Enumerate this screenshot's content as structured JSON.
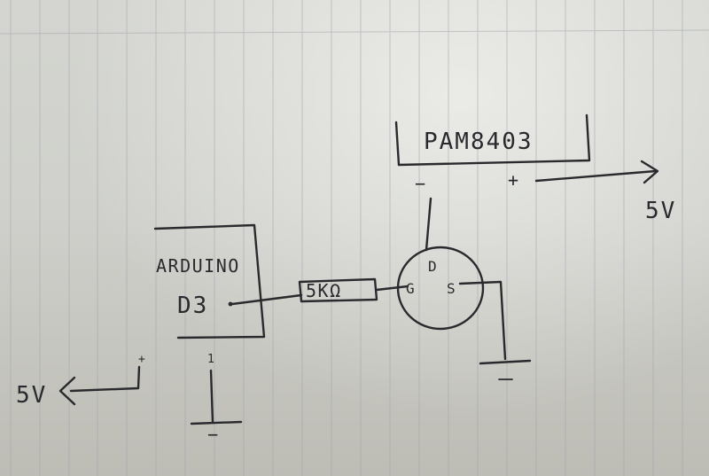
{
  "diagram": {
    "module_label": "PAM8403",
    "module_minus": "−",
    "module_plus": "+",
    "supply_right": "5V",
    "arduino_label": "ARDUINO",
    "pin_label": "D3",
    "resistor_label": "5KΩ",
    "gate_label": "G",
    "drain_label": "D",
    "source_label": "S",
    "supply_left": "5V",
    "arduino_plus": "+",
    "arduino_minus": "−",
    "ground_symbol_right": "−",
    "arduino_ground_mark": "1"
  }
}
